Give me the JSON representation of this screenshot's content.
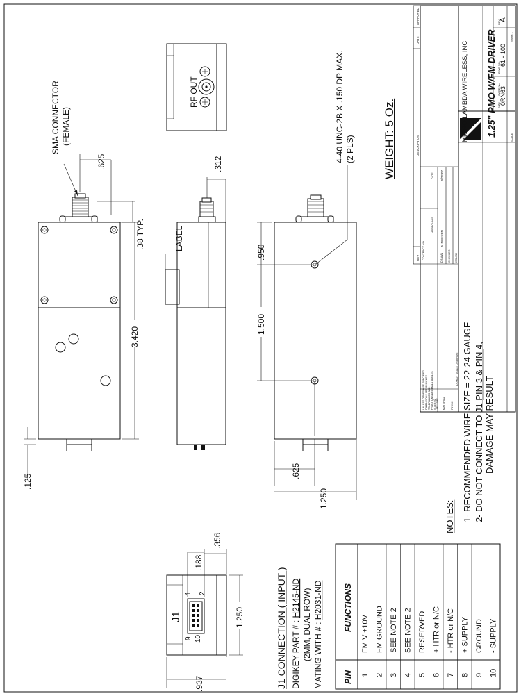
{
  "title_block": {
    "company": "MICRO LAMBDA WIRELESS, INC.",
    "title": "1.25\"  PMO W/FM  DRIVER",
    "size_label": "SIZE",
    "cage_label": "CAGE No.",
    "cage": "0RN63",
    "dwg_label": "DWG NO.",
    "dwg_no": "61 - 100",
    "rev_label": "REV",
    "rev": "A",
    "scale_label": "SCALE",
    "sheet_label": "Sheet 1",
    "tolerance_lines": [
      "UNLESS OTHERWISE SPECIFIED",
      "DIMENSIONS ARE IN INCHES",
      "TOLERANCES ARE:",
      "FRACTIONS   DECIMALS   ANGLES",
      "±    .xx  ±.02",
      "     .xxx ±.010"
    ],
    "contract_label": "CONTRACT NO.",
    "approvals_label": "APPROVALS",
    "date_label": "DATE",
    "drawn_label": "DRAWN",
    "drawn_by": "N.NGUYEN",
    "drawn_date": "5/22/07",
    "checked_label": "CHECKED",
    "issued_label": "ISSUED",
    "material_label": "MATERIAL",
    "finish_label": "FINISH",
    "do_not_scale": "DO NOT SCALE DRAWING"
  },
  "revision_block": {
    "rev_header": "REV",
    "description_header": "DESCRIPTION",
    "date_header": "DATE",
    "approved_header": "APPROVED"
  },
  "weight": "WEIGHT:  5 Oz.",
  "notes": {
    "title": "NOTES:",
    "items": [
      "1- RECOMMENDED WIRE SIZE = 22-24 GAUGE",
      "2- DO NOT CONNECT TO J1 PIN 3 & PIN 4,",
      "DAMAGE MAY RESULT"
    ]
  },
  "top_view": {
    "sma_label": "SMA CONNECTOR",
    "sma_sub": "(FEMALE)",
    "dim_625": ".625",
    "dim_38": ".38 TYP.",
    "dim_3420": "3.420",
    "dim_125": ".125"
  },
  "side_view": {
    "label_callout": "LABEL",
    "dim_312": ".312"
  },
  "rf_view": {
    "rf_out": "RF OUT"
  },
  "bottom_view": {
    "tap_label": "4-40 UNC-2B X .150 DP MAX.",
    "tap_sub": "(2 PLS)",
    "dim_950": ".950",
    "dim_1500": "1.500",
    "dim_625": ".625",
    "dim_1250": "1.250"
  },
  "j1_view": {
    "label": "J1",
    "pin1": "1",
    "pin2": "2",
    "pin9": "9",
    "pin10": "10",
    "dim_188": ".188",
    "dim_356": ".356",
    "dim_1250": "1.250",
    "dim_937": ".937"
  },
  "j1_info": {
    "title": "J1 CONNECTION ( INPUT )",
    "line1_prefix": "DIGIKEY PART # : ",
    "line1_part": "H2145-ND",
    "line2": "(2MM, DUAL ROW)",
    "line3_prefix": "MATING WITH # : ",
    "line3_part": "H2031-ND"
  },
  "pin_table": {
    "pin_header": "PIN",
    "func_header": "FUNCTIONS",
    "rows": [
      {
        "pin": "1",
        "function": "FM V  ±10V"
      },
      {
        "pin": "2",
        "function": "FM GROUND"
      },
      {
        "pin": "3",
        "function": "SEE NOTE 2"
      },
      {
        "pin": "4",
        "function": "SEE NOTE 2"
      },
      {
        "pin": "5",
        "function": "RESERVED"
      },
      {
        "pin": "6",
        "function": "+ HTR  or  N/C"
      },
      {
        "pin": "7",
        "function": "- HTR  or  N/C"
      },
      {
        "pin": "8",
        "function": "+ SUPPLY"
      },
      {
        "pin": "9",
        "function": "GROUND"
      },
      {
        "pin": "10",
        "function": "- SUPPLY"
      }
    ]
  }
}
